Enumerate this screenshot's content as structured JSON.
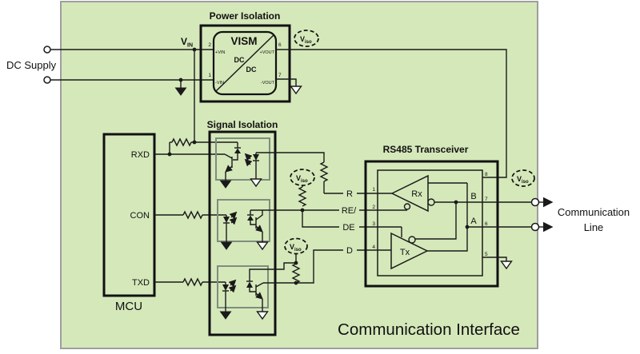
{
  "colors": {
    "panel_bg": "#d5e8ba",
    "panel_border": "#9e9e9e",
    "wire": "#1a1a1a",
    "opto_box": "#7f8d7f"
  },
  "panel_title": "Communication Interface",
  "dc_supply": {
    "label": "DC Supply",
    "vin": "V",
    "vin_sub": "IN"
  },
  "power": {
    "title": "Power Isolation",
    "chip_name": "VISM",
    "dc1": "DC",
    "dc2": "DC",
    "pin2": "2",
    "pin1": "1",
    "pin6": "6",
    "pin7": "7",
    "vin_plus": "+VIN",
    "vin_minus": "-VIN",
    "vout_plus": "+VOUT",
    "vout_minus": "-VOUT"
  },
  "viso": {
    "v": "V",
    "sub": "iso"
  },
  "mcu": {
    "label": "MCU",
    "rxd": "RXD",
    "con": "CON",
    "txd": "TXD"
  },
  "signal": {
    "title": "Signal Isolation"
  },
  "rs485": {
    "title": "RS485 Transceiver",
    "rx": "Rx",
    "tx": "Tx",
    "pin1": "1",
    "pin2": "2",
    "pin3": "3",
    "pin4": "4",
    "pin5": "5",
    "pin6": "6",
    "pin7": "7",
    "pin8": "8",
    "r": "R",
    "re": "RE/",
    "de": "DE",
    "d": "D",
    "b": "B",
    "a": "A"
  },
  "comm": {
    "line1": "Communication",
    "line2": "Line"
  }
}
